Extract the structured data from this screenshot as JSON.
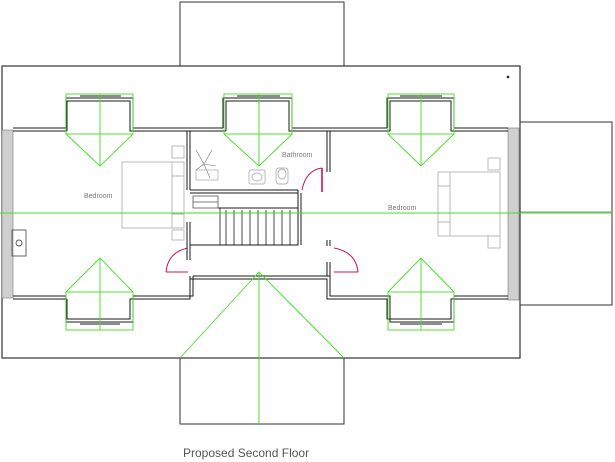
{
  "caption": "Proposed Second Floor",
  "rooms": [
    {
      "name": "Bedroom"
    },
    {
      "name": "Bathroom"
    },
    {
      "name": "Bedroom"
    }
  ],
  "colors": {
    "wall": "#1a1a1a",
    "guide": "#44dd22",
    "door": "#cc1155",
    "furniture": "#b4b4b4",
    "chimney": "#cfcfcf",
    "outline": "#333333"
  }
}
